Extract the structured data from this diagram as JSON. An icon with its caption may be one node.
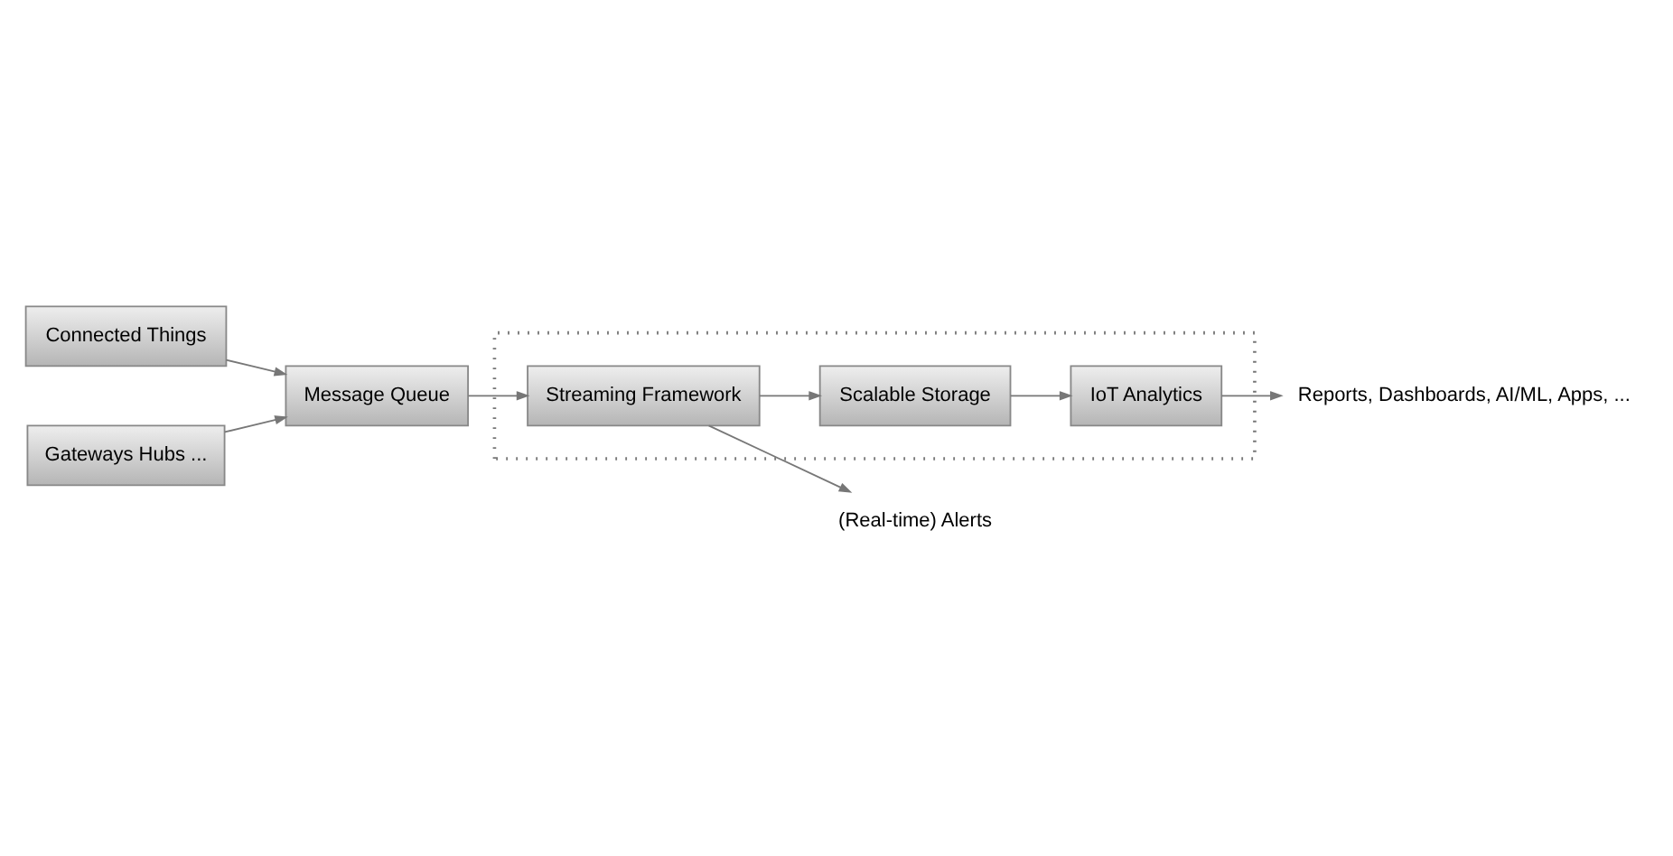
{
  "diagram": {
    "nodes": [
      {
        "text": [
          "Connected Things"
        ]
      },
      {
        "text": [
          "Gateways Hubs ..."
        ]
      },
      {
        "text": [
          "Message Queue"
        ]
      },
      {
        "text": [],
        "shape": "box"
      },
      {
        "text": [
          "Streaming Framework"
        ],
        "in": 3
      },
      {
        "text": [
          "Scalable Storage"
        ],
        "in": 3
      },
      {
        "text": [
          "IoT Analytics"
        ],
        "in": 3
      },
      {
        "text": [
          "Reports, Dashboards, AI/ML, Apps, ..."
        ]
      },
      {
        "text": [
          "(Real-time) Alerts"
        ]
      }
    ],
    "edges": [
      {
        "from": 0,
        "to": 2,
        "arrow": "to"
      },
      {
        "from": 1,
        "to": 2,
        "arrow": "to"
      },
      {
        "from": 2,
        "to": 4,
        "arrow": "to"
      },
      {
        "from": 4,
        "to": 5,
        "arrow": "to"
      },
      {
        "from": 5,
        "to": 6,
        "arrow": "to"
      },
      {
        "from": 6,
        "to": 7,
        "arrow": "to"
      },
      {
        "from": 4,
        "to": 8,
        "arrow": "to"
      }
    ]
  }
}
